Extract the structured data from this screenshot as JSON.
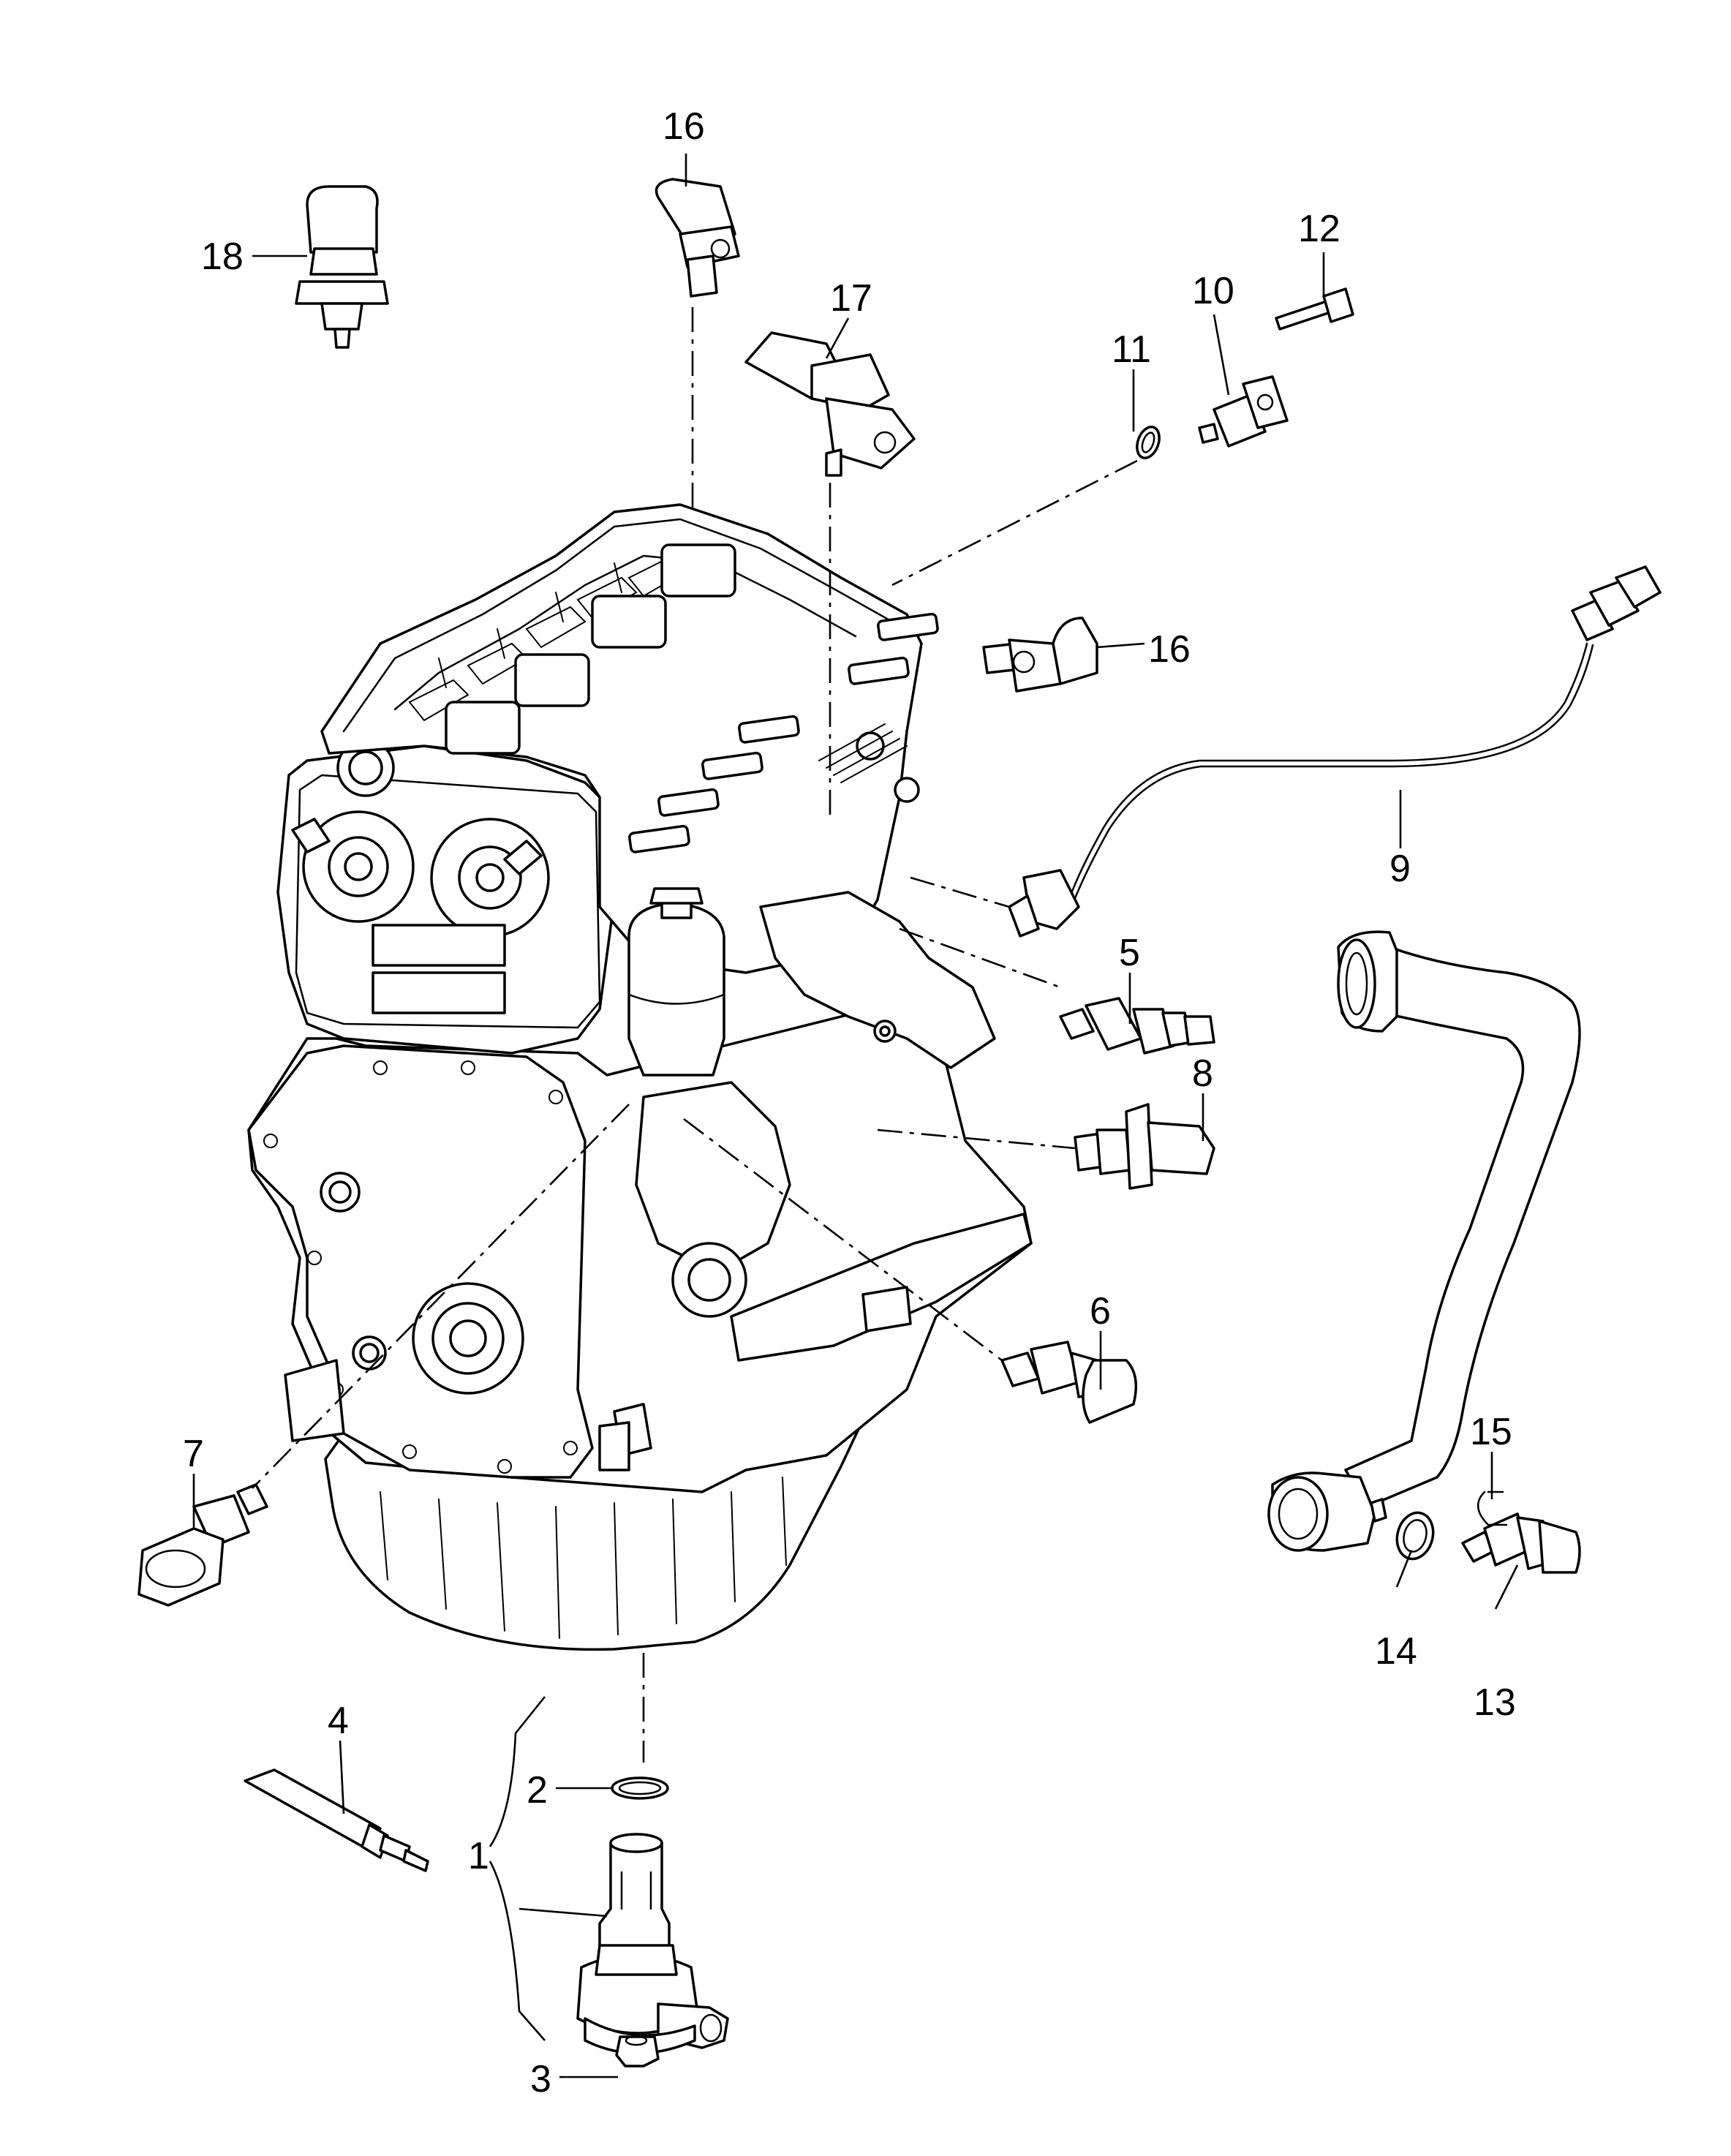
{
  "callouts": {
    "c1": "1",
    "c2": "2",
    "c3": "3",
    "c4": "4",
    "c5": "5",
    "c6": "6",
    "c7": "7",
    "c8": "8",
    "c9": "9",
    "c10": "10",
    "c11": "11",
    "c12": "12",
    "c13": "13",
    "c14": "14",
    "c15": "15",
    "c16_top": "16",
    "c16_right": "16",
    "c17": "17",
    "c18": "18"
  }
}
